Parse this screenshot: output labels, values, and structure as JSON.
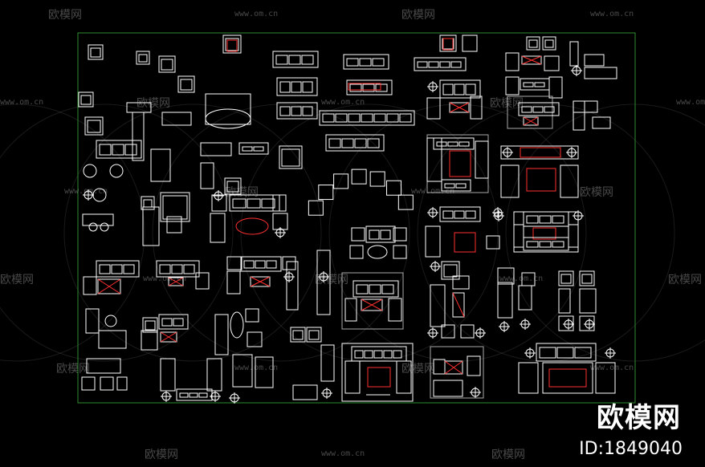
{
  "watermark": {
    "brand_cn": "欧模网",
    "url": "www.om.cn",
    "id_label": "ID:1849040"
  },
  "colors": {
    "background": "#000000",
    "frame": "#2e8b2e",
    "linework": "#ffffff",
    "accent": "#ff3030",
    "hatch": "#aaaaaa"
  },
  "drawing": {
    "content": "furniture-blocks-plan",
    "frame_visible": true
  }
}
